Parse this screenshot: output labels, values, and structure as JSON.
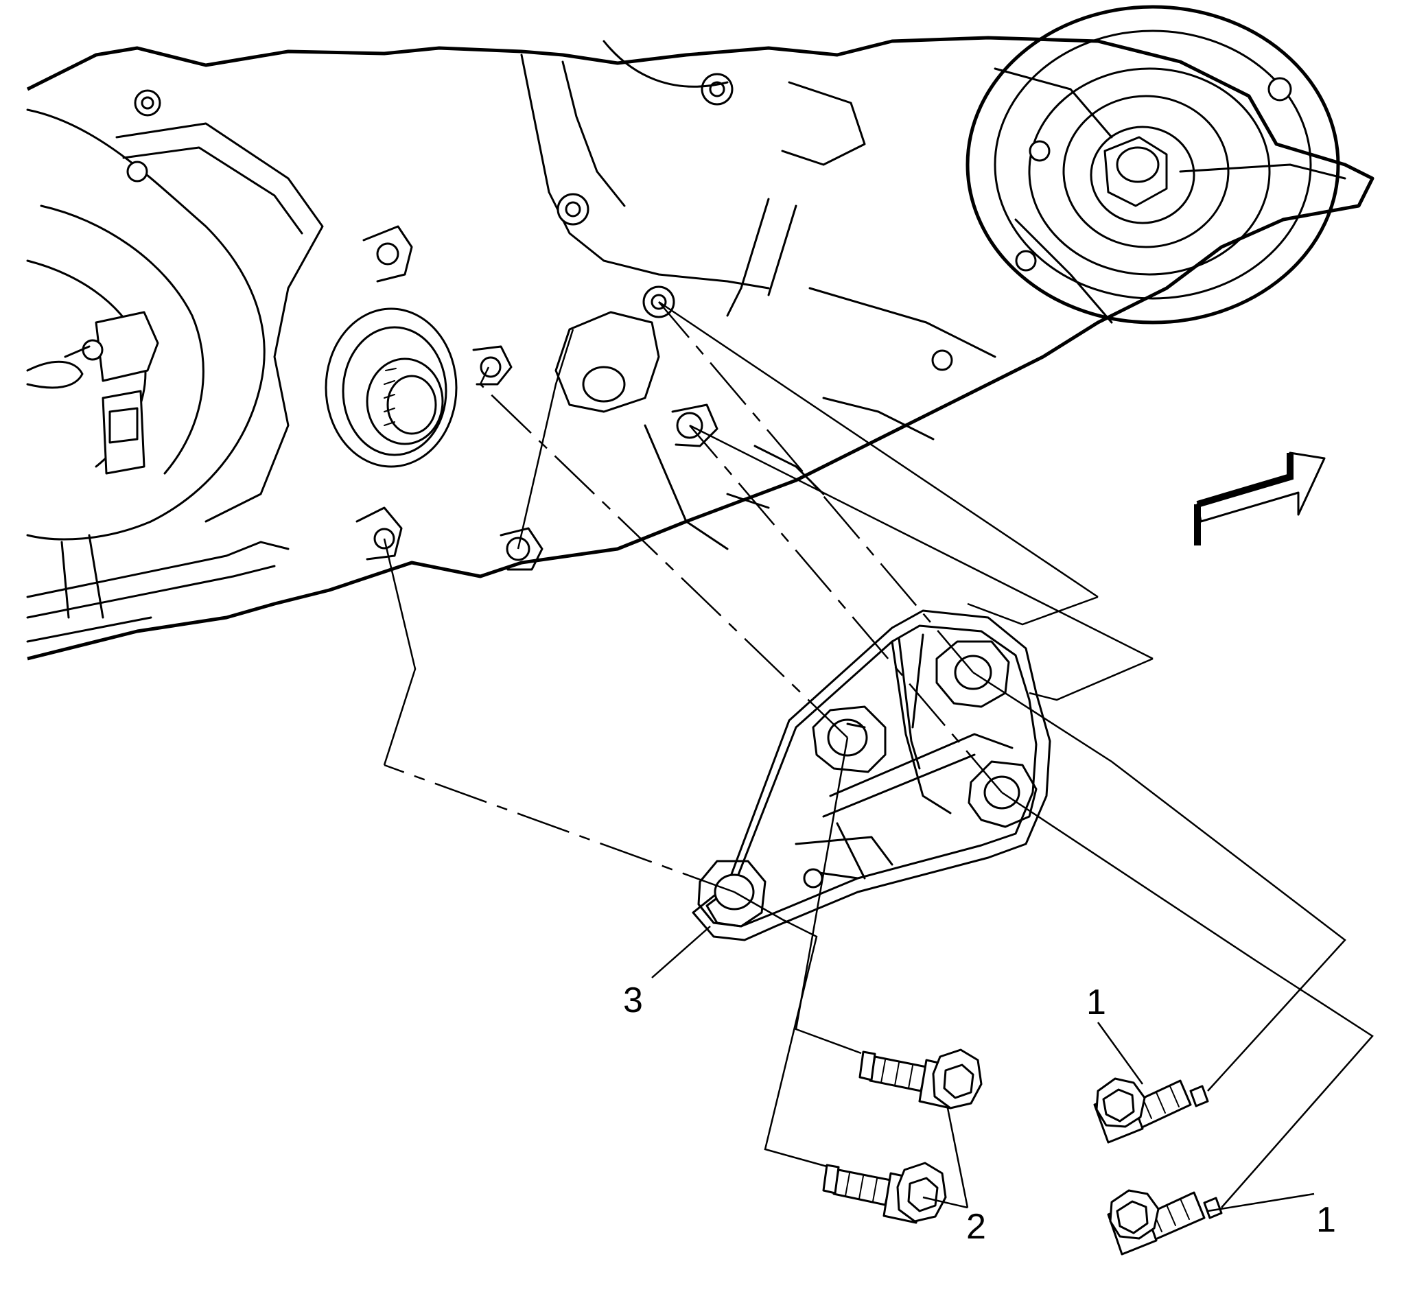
{
  "callouts": {
    "bolt_upper_right": "1",
    "bolt_lower_right": "1",
    "bolts_center": "2",
    "bracket": "3"
  }
}
